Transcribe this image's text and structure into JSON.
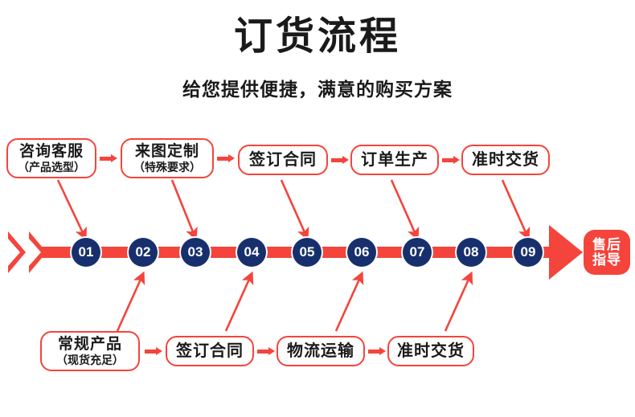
{
  "header": {
    "title": "订货流程",
    "subtitle": "给您提供便捷，满意的购买方案"
  },
  "colors": {
    "red": "#f4443c",
    "navy": "#17306d",
    "text": "#1a1a1a",
    "white": "#ffffff"
  },
  "top_row": [
    {
      "line1": "咨询客服",
      "line2": "（产品选型）"
    },
    {
      "line1": "来图定制",
      "line2": "（特殊要求）"
    },
    {
      "line1": "签订合同",
      "line2": ""
    },
    {
      "line1": "订单生产",
      "line2": ""
    },
    {
      "line1": "准时交货",
      "line2": ""
    }
  ],
  "bottom_row": [
    {
      "line1": "常规产品",
      "line2": "（现货充足）"
    },
    {
      "line1": "签订合同",
      "line2": ""
    },
    {
      "line1": "物流运输",
      "line2": ""
    },
    {
      "line1": "准时交货",
      "line2": ""
    }
  ],
  "timeline": {
    "nodes": [
      "01",
      "02",
      "03",
      "04",
      "05",
      "06",
      "07",
      "08",
      "09"
    ],
    "end_label_line1": "售后",
    "end_label_line2": "指导"
  }
}
